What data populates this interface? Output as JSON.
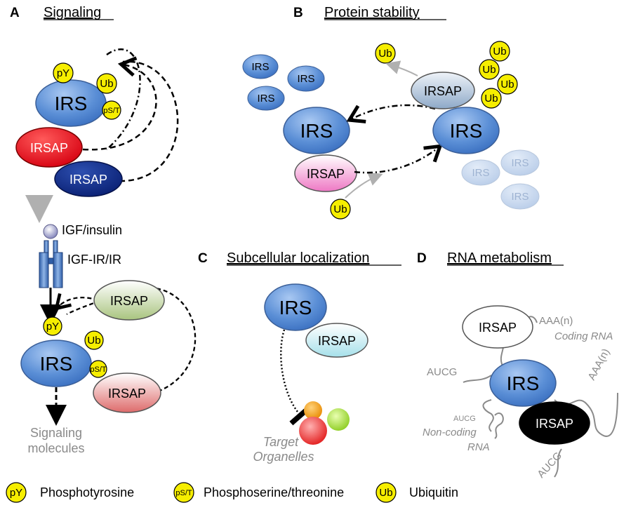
{
  "panels": {
    "a": {
      "letter": "A",
      "title": "Signaling"
    },
    "b": {
      "letter": "B",
      "title": "Protein stability"
    },
    "c": {
      "letter": "C",
      "title": "Subcellular localization"
    },
    "d": {
      "letter": "D",
      "title": "RNA metabolism"
    }
  },
  "labels": {
    "irs": "IRS",
    "irsap": "IRSAP",
    "py": "pY",
    "pst": "pS/T",
    "ub": "Ub",
    "igf_insulin": "IGF/insulin",
    "igf_ir": "IGF-IR/IR",
    "signaling_molecules_1": "Signaling",
    "signaling_molecules_2": "molecules",
    "target_1": "Target",
    "target_2": "Organelles",
    "aaa": "AAA(n)",
    "coding_rna": "Coding RNA",
    "aucg": "AUCG",
    "noncoding_1": "Non-coding",
    "noncoding_2": "RNA"
  },
  "legend": {
    "phosphotyrosine": "Phosphotyrosine",
    "phosphoserine": "Phosphoserine/threonine",
    "ubiquitin": "Ubiquitin"
  },
  "colors": {
    "irs_blue": "#5b8fd6",
    "yellow": "#f6ee00",
    "red": "#e8121c",
    "navy": "#0b2a8a",
    "pink": "#f2a6d8",
    "green_tint": "#c9dcae",
    "salmon": "#e89090",
    "cyan_tint": "#c8ecf2",
    "black": "#000000"
  }
}
